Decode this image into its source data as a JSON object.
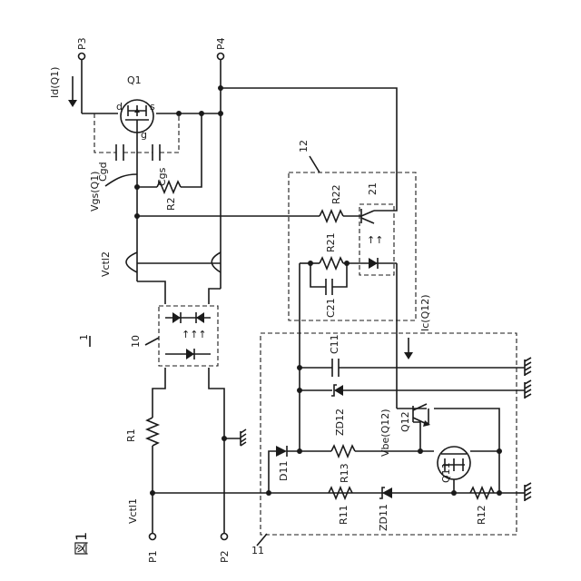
{
  "figure_label": "図1",
  "ports": {
    "p1": "P1",
    "p2": "P2",
    "p3": "P3",
    "p4": "P4"
  },
  "currents": {
    "id_q1": "Id(Q1)",
    "ic_q12": "Ic(Q12)"
  },
  "voltages": {
    "vgs_q1": "Vgs(Q1)",
    "vctl1": "Vctl1",
    "vctl2": "Vctl2",
    "vbe_q12": "Vbe(Q12)"
  },
  "transistors": {
    "q1": "Q1",
    "q11": "Q11",
    "q12": "Q12",
    "q1_drain": "d",
    "q1_source": "s",
    "q1_gate": "g"
  },
  "capacitors": {
    "cgd": "Cgd",
    "cgs": "Cgs",
    "c21": "C21",
    "c11": "C11"
  },
  "resistors": {
    "r1": "R1",
    "r2": "R2",
    "r11": "R11",
    "r12": "R12",
    "r13": "R13",
    "r21": "R21",
    "r22": "R22"
  },
  "diodes": {
    "d11": "D11",
    "zd11": "ZD11",
    "zd12": "ZD12"
  },
  "blocks": {
    "circuit": "1",
    "photocoupler": "10",
    "block11": "11",
    "block12": "12",
    "phototransistor": "21"
  }
}
